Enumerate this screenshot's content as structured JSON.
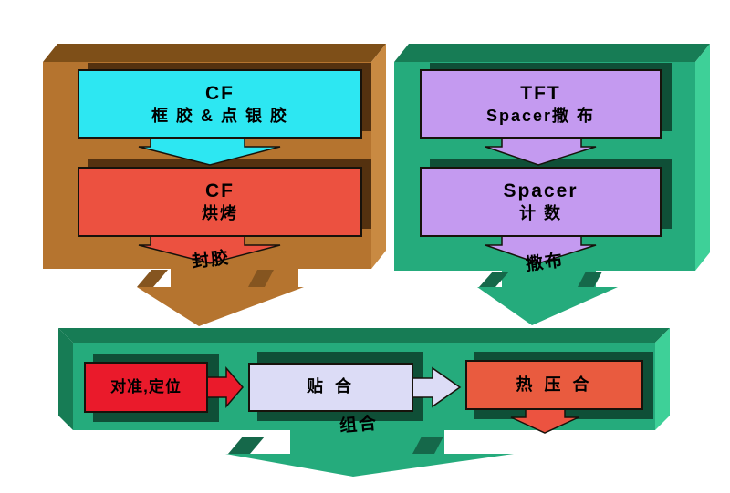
{
  "diagram": {
    "cf_panel": {
      "step1_line1": "CF",
      "step1_line2": "框 胶 & 点 银 胶",
      "step2_line1": "CF",
      "step2_line2": "烘烤",
      "stage_label": "封胶"
    },
    "tft_panel": {
      "step1_line1": "TFT",
      "step1_line2": "Spacer撒 布",
      "step2_line1": "Spacer",
      "step2_line2": "计 数",
      "stage_label": "撒布"
    },
    "assembly_panel": {
      "step1": "对准,定位",
      "step2": "贴 合",
      "step3": "热 压 合",
      "stage_label": "组合"
    },
    "palette": {
      "cf_container_front": "#b5742f",
      "cf_container_top": "#7e4f18",
      "cf_container_side": "#c98a42",
      "cf_inner_shadow": "#54310f",
      "cf_glue_fill": "#2de7f2",
      "cf_bake_fill": "#ec5140",
      "tft_container_front": "#25ab7c",
      "tft_container_top": "#177c55",
      "tft_container_side": "#3ed098",
      "tft_inner_shadow": "#0f4f37",
      "tft_step_fill": "#c49af0",
      "align_fill": "#ea1a2b",
      "laminate_fill": "#dcdcf6",
      "press_fill": "#e95b3f",
      "outline": "#17120b"
    }
  }
}
